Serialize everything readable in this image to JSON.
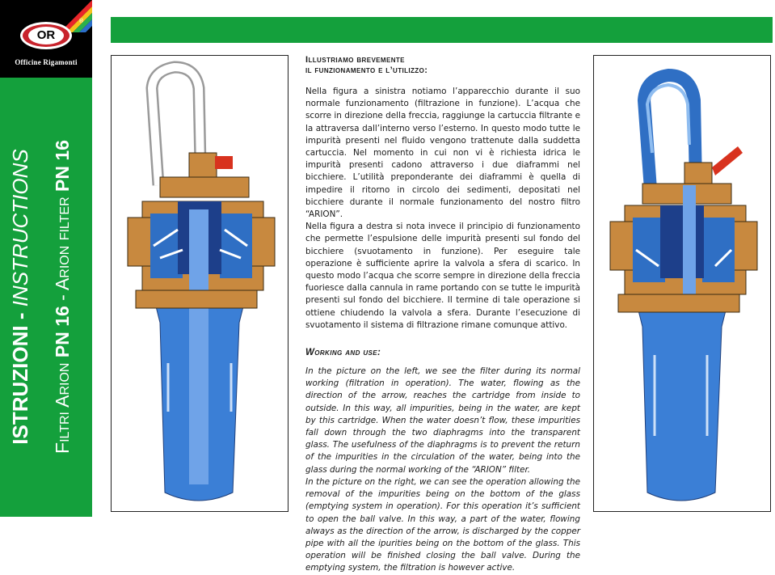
{
  "brand": {
    "logo_text": "OR",
    "company": "Officine Rigamonti",
    "registered": "®"
  },
  "sidebar": {
    "title_bold": "ISTRUZIONI - ",
    "title_italic": "INSTRUCTIONS",
    "subtitle_prefix": "Filtri Arion ",
    "subtitle_bold": "PN 16",
    "subtitle_mid": " - Arion filter ",
    "subtitle_bold2": "PN 16"
  },
  "italian": {
    "heading_line1": "Illustriamo brevemente",
    "heading_line2": "il funzionamento e l’utilizzo:",
    "paragraphs": [
      "Nella figura a sinistra notiamo l’apparecchio durante il suo normale funzionamento (filtrazione in funzione). L’acqua che scorre in direzione della freccia, raggiunge la cartuccia filtrante e la attraversa dall’interno verso l’esterno. In questo modo tutte le impurità presenti nel fluido vengono trattenute dalla suddetta cartuccia. Nel momento in cui non vi è richiesta idrica le impurità presenti cadono attraverso i due diaframmi nel bicchiere. L’utilità preponderante dei diaframmi è quella di impedire il ritorno in circolo dei sedimenti, depositati nel bicchiere durante il normale funzionamento del nostro filtro “ARION”.",
      "Nella figura a destra si nota invece il principio di funzionamento che permette l’espulsione delle impurità presenti sul fondo del bicchiere (svuotamento in funzione). Per eseguire tale operazione è sufficiente aprire la valvola a sfera di scarico. In questo modo l’acqua che scorre sempre in direzione della freccia fuoriesce dalla cannula in rame portando con se tutte le impurità presenti sul fondo del bicchiere. Il termine di tale operazione si ottiene chiudendo la valvola a sfera. Durante l’esecuzione di svuotamento il sistema di filtrazione rimane comunque attivo."
    ]
  },
  "english": {
    "heading": "Working and use:",
    "paragraphs": [
      "In the picture on the left, we see the filter during its normal working (filtration in operation). The water, flowing as the direction of the arrow, reaches the cartridge from inside to outside. In this way, all impurities, being in the water, are kept by this cartridge. When the water doesn’t flow, these impurities fall down through the two diaphragms into the transparent glass. The usefulness of the diaphragms is to prevent the return of the impurities in the circulation of the water, being into the glass during the normal working of the “ARION” filter.",
      "In the picture on the right, we can see the operation allowing the removal of the impurities being on the bottom of the glass (emptying system in operation). For this operation it’s sufficient to open the ball valve. In this way, a part of the water, flowing always as the direction of the arrow, is discharged by the copper pipe with all the ipurities being on the bottom of the glass. This operation will be finished closing the ball valve. During the emptying system, the filtration is however active."
    ]
  },
  "colors": {
    "green": "#14a03c",
    "brass": "#c8893f",
    "water": "#2f6fc4",
    "glass": "#3b7fd6",
    "valve_red": "#d8321e"
  },
  "illustrations": {
    "left_icon": "filter-cutaway-normal-operation",
    "right_icon": "filter-cutaway-emptying-operation"
  }
}
